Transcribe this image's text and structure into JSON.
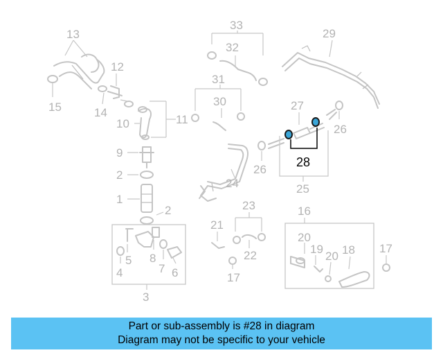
{
  "highlight": {
    "part_number": "28",
    "color": "#3aa6d8"
  },
  "callouts": {
    "n1": "1",
    "n2a": "2",
    "n2b": "2",
    "n3": "3",
    "n4": "4",
    "n5": "5",
    "n6": "6",
    "n7": "7",
    "n8": "8",
    "n9": "9",
    "n10": "10",
    "n11": "11",
    "n12": "12",
    "n13": "13",
    "n14": "14",
    "n15": "15",
    "n16": "16",
    "n17a": "17",
    "n17b": "17",
    "n18": "18",
    "n19": "19",
    "n20a": "20",
    "n20b": "20",
    "n21": "21",
    "n22": "22",
    "n23": "23",
    "n24": "24",
    "n25": "25",
    "n26a": "26",
    "n26b": "26",
    "n27": "27",
    "n28": "28",
    "n29": "29",
    "n30": "30",
    "n31": "31",
    "n32": "32",
    "n33": "33"
  },
  "banner": {
    "line1": "Part or sub-assembly is #28 in diagram",
    "line2": "Diagram may not be specific to your vehicle",
    "background": "#5bc2f3"
  }
}
